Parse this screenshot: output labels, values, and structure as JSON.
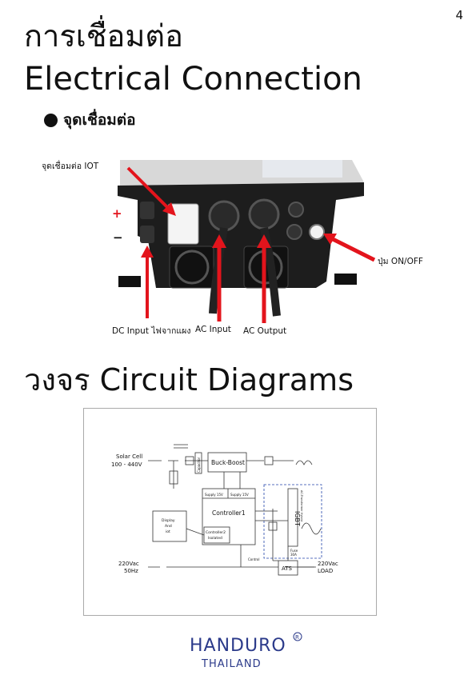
{
  "page_number": "4",
  "title_thai": "การเชื่อมต่อ",
  "title_english": "Electrical Connection",
  "section_heading": "จุดเชื่อมต่อ",
  "photo_labels": {
    "iot": "จุดเชื่อมต่อ IOT",
    "plus": "+",
    "minus": "−",
    "dc_input": "DC Input ไฟจากแผง",
    "ac_input": "AC Input",
    "ac_output": "AC Output",
    "power_button": "ปุ่ม ON/OFF"
  },
  "circuit_title": "วงจร Circuit Diagrams",
  "circuit": {
    "solar_cell": "Solar Cell",
    "solar_voltage": "100 - 440V",
    "capacitor": "Capacitor",
    "buck_boost": "Buck-Boost",
    "supply1": "Supply 15V",
    "supply2": "Supply 15V",
    "controller1": "Controller1",
    "controller2": "Controller2",
    "isolated": "Isolated",
    "display1": "Display",
    "display2": "And",
    "display3": "iot",
    "igbt": "IGBT",
    "igbt_note": "AC-Transformer Hybrid",
    "fuse": "Fuse",
    "fuse_rating": "30A",
    "control": "Control",
    "ac_in_v": "220Vac",
    "ac_in_hz": "50Hz",
    "ats": "ATS",
    "load_v": "220Vac",
    "load": "LOAD"
  },
  "logo": {
    "brand": "HANDURO",
    "country": "THAILAND",
    "registered": "R"
  },
  "colors": {
    "arrow": "#e3141c",
    "logo": "#2b3a8a",
    "dashed_box": "#2244aa"
  }
}
